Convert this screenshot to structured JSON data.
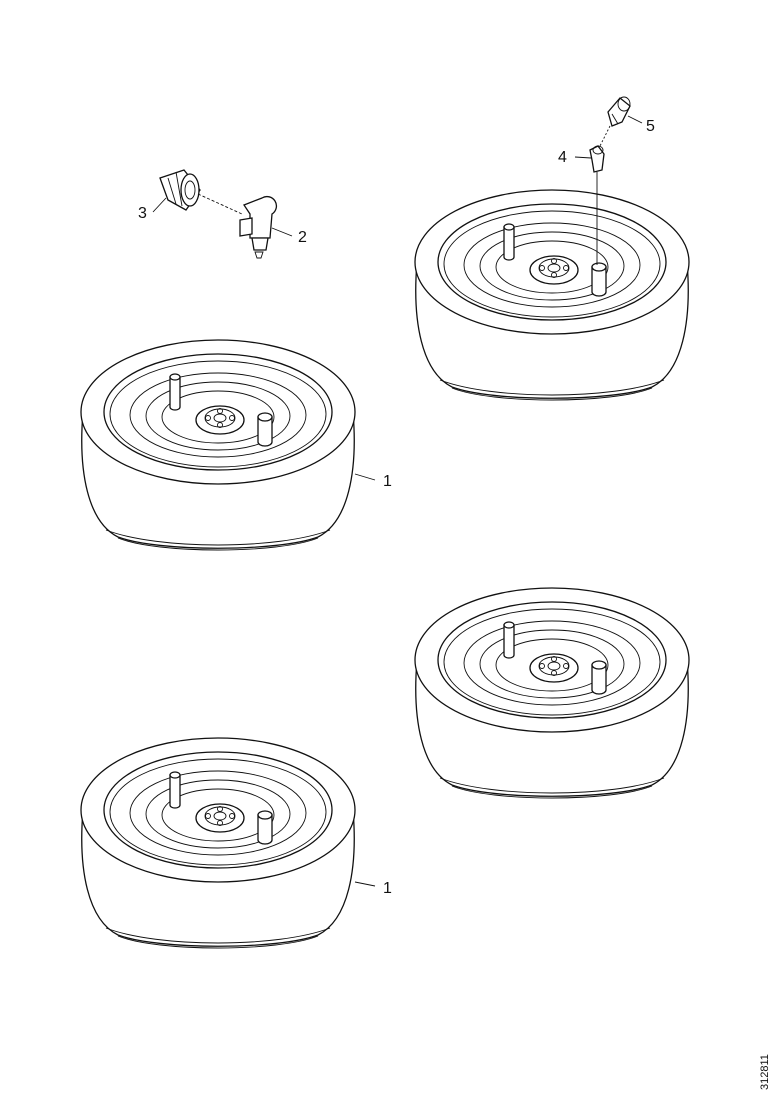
{
  "callouts": {
    "wheel_a": "1",
    "wheel_b": "1",
    "valve_elbow": "2",
    "valve_cap": "3",
    "valve_stem_adapter": "4",
    "valve_stem_cap": "5"
  },
  "document_id": "312811",
  "colors": {
    "line": "#111111",
    "background": "#ffffff"
  }
}
